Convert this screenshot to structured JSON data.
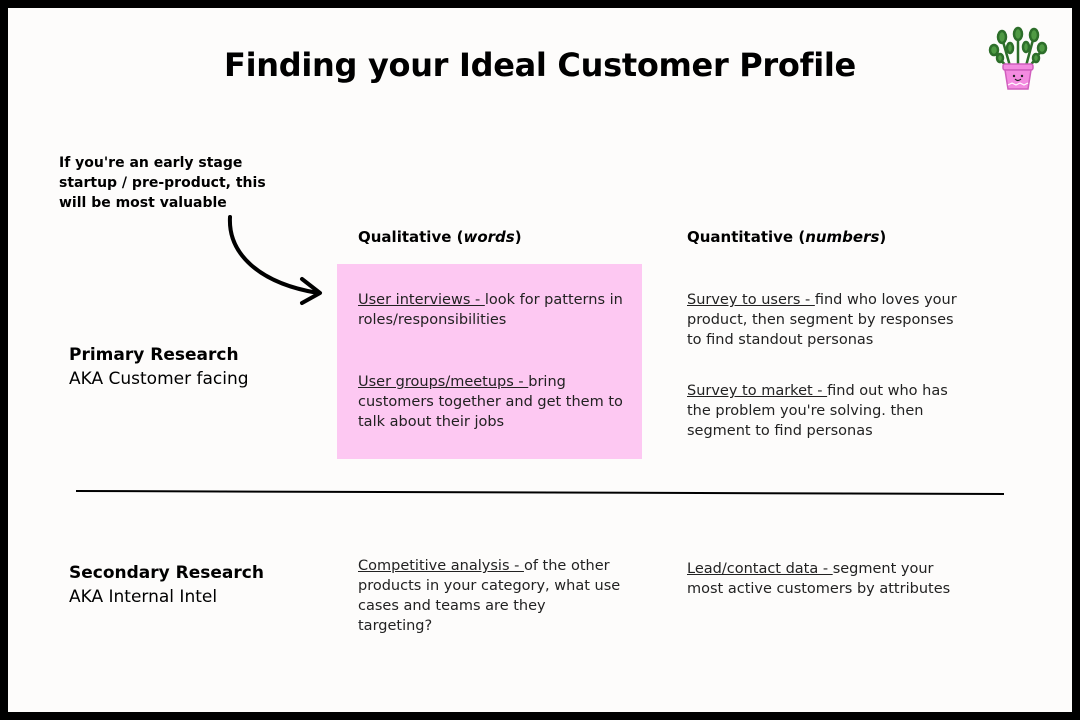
{
  "title": "Finding your Ideal Customer Profile",
  "note": "If you're an early stage startup / pre-product,  this will be most valuable",
  "columns": {
    "qualitative": {
      "label": "Qualitative (",
      "italic": "words",
      "close": ")"
    },
    "quantitative": {
      "label": "Quantitative  (",
      "italic": "numbers",
      "close": ")"
    }
  },
  "rows": {
    "primary": {
      "heading": "Primary Research",
      "sub": "AKA Customer facing"
    },
    "secondary": {
      "heading": "Secondary Research",
      "sub": "AKA Internal Intel"
    }
  },
  "cells": {
    "user_interviews": {
      "link": "User interviews  - ",
      "text": "look for patterns in roles/responsibilities"
    },
    "user_groups": {
      "link": "User groups/meetups  - ",
      "text": " bring customers together and get them to talk about their jobs"
    },
    "survey_users": {
      "link": "Survey to users - ",
      "text": " find who loves your product, then segment by responses to find standout personas"
    },
    "survey_market": {
      "link": "Survey to market - ",
      "text": " find out who has the problem you're solving. then segment to find personas"
    },
    "competitive": {
      "link": "Competitive analysis  - ",
      "text": " of the other products in your category, what use cases and teams are they targeting?"
    },
    "lead_data": {
      "link": "Lead/contact data  - ",
      "text": " segment your most active customers by attributes"
    }
  },
  "colors": {
    "highlight": "#fdc8f2",
    "frame": "#000000",
    "pot": "#f38be0",
    "leaves": "#3f8a3a"
  },
  "icons": {
    "plant": "potted-plant-icon",
    "arrow": "curved-arrow-icon"
  }
}
